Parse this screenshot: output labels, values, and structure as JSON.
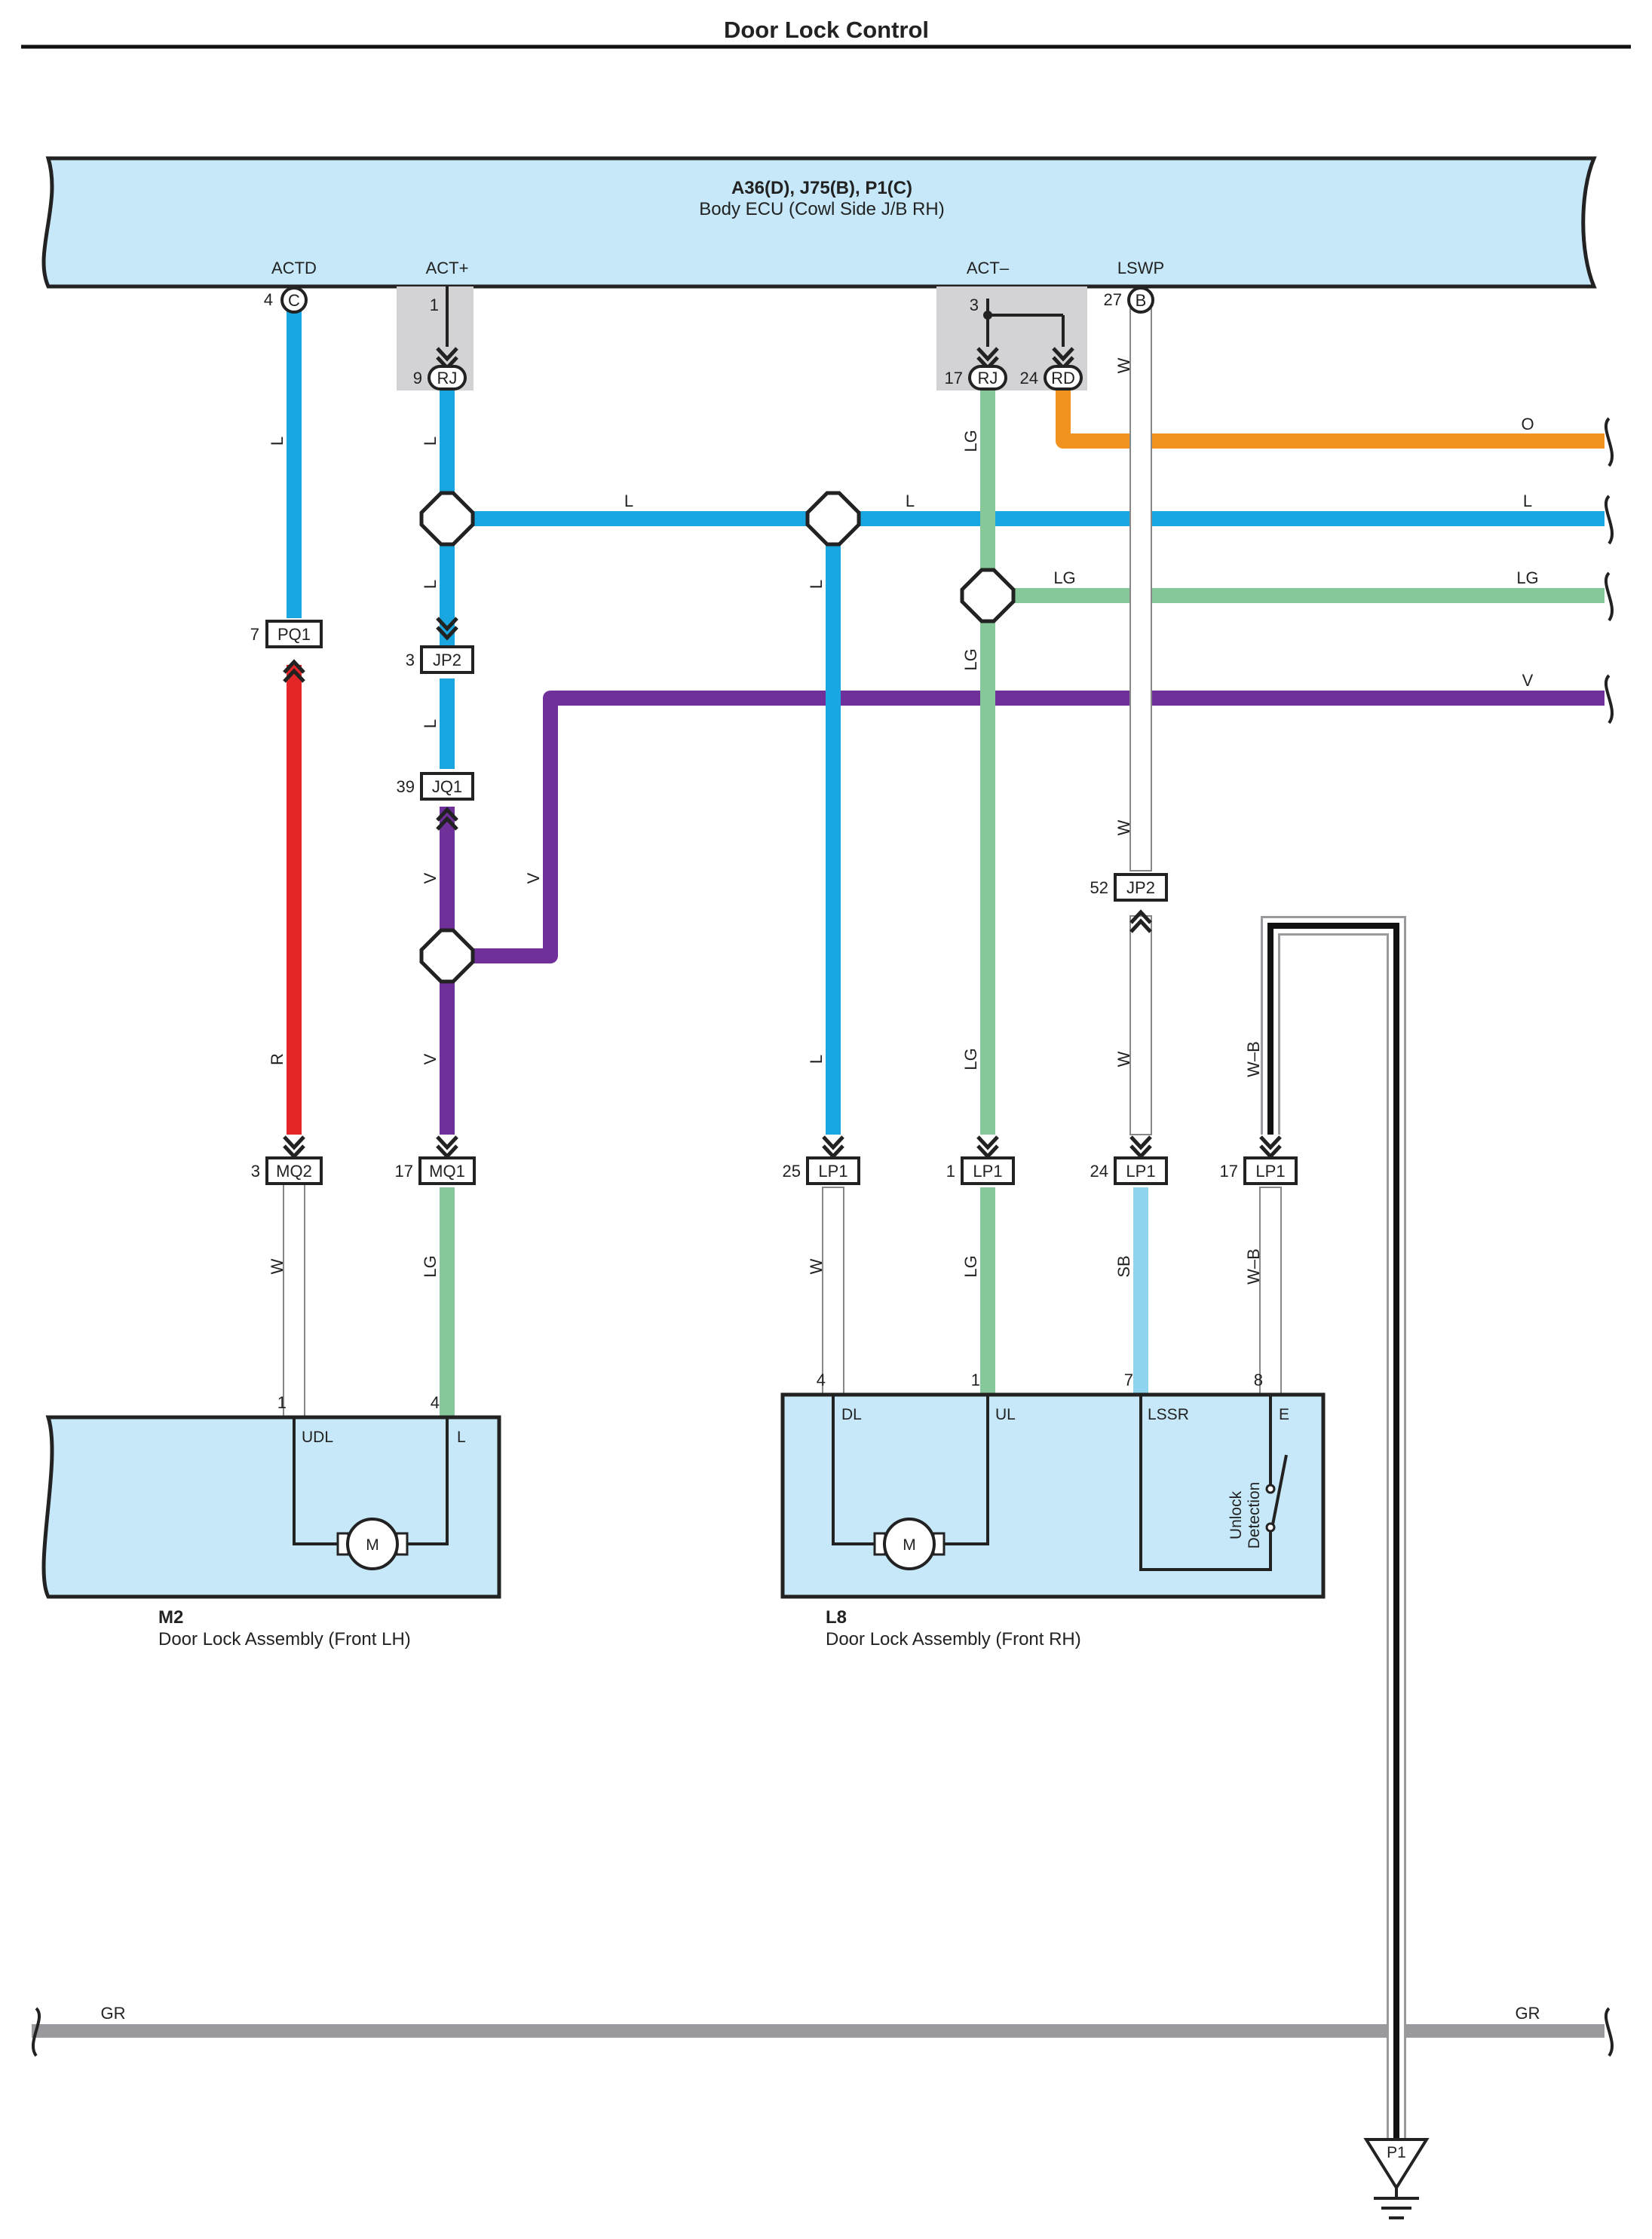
{
  "title": "Door Lock Control",
  "colors": {
    "L": "#1aa6e0",
    "LG": "#86c89a",
    "V": "#70309a",
    "R": "#e52628",
    "O": "#f3931f",
    "SB": "#8fd4ef",
    "W": "#ffffff",
    "GR": "#9a9a9e",
    "component_fill": "#c6e8f8",
    "connector_bg": "#d3d3d5"
  },
  "ecu": {
    "connectors": "A36(D), J75(B), P1(C)",
    "name": "Body ECU (Cowl Side J/B RH)",
    "terminals": {
      "actd": "ACTD",
      "actp": "ACT+",
      "actm": "ACT–",
      "lswp": "LSWP"
    },
    "pins": {
      "actd_pin": "4",
      "actd_conn": "C",
      "actp_pin": "1",
      "actm_pin": "3",
      "lswp_pin": "27",
      "lswp_conn": "B"
    }
  },
  "junction": {
    "pin9": "9",
    "pin17": "17",
    "pin24": "24",
    "rj": "RJ",
    "rd": "RD"
  },
  "wire_colors": {
    "L": "L",
    "LG": "LG",
    "V": "V",
    "R": "R",
    "O": "O",
    "SB": "SB",
    "W": "W",
    "WB": "W–B",
    "GR": "GR"
  },
  "connectors": {
    "pq1": {
      "pin": "7",
      "name": "PQ1"
    },
    "jp2_left": {
      "pin": "3",
      "name": "JP2"
    },
    "jq1": {
      "pin": "39",
      "name": "JQ1"
    },
    "jp2_right": {
      "pin": "52",
      "name": "JP2"
    },
    "mq2": {
      "pin": "3",
      "name": "MQ2"
    },
    "mq1": {
      "pin": "17",
      "name": "MQ1"
    },
    "lp1_a": {
      "pin": "25",
      "name": "LP1"
    },
    "lp1_b": {
      "pin": "1",
      "name": "LP1"
    },
    "lp1_c": {
      "pin": "24",
      "name": "LP1"
    },
    "lp1_d": {
      "pin": "17",
      "name": "LP1"
    }
  },
  "m2": {
    "code": "M2",
    "name": "Door Lock Assembly (Front LH)",
    "pin1": "1",
    "pin4": "4",
    "term_udl": "UDL",
    "term_l": "L",
    "motor": "M"
  },
  "l8": {
    "code": "L8",
    "name": "Door Lock Assembly (Front RH)",
    "pin4": "4",
    "pin1": "1",
    "pin7": "7",
    "pin8": "8",
    "term_dl": "DL",
    "term_ul": "UL",
    "term_lssr": "LSSR",
    "term_e": "E",
    "motor": "M",
    "switch_line1": "Unlock",
    "switch_line2": "Detection"
  },
  "ground": {
    "name": "P1"
  }
}
